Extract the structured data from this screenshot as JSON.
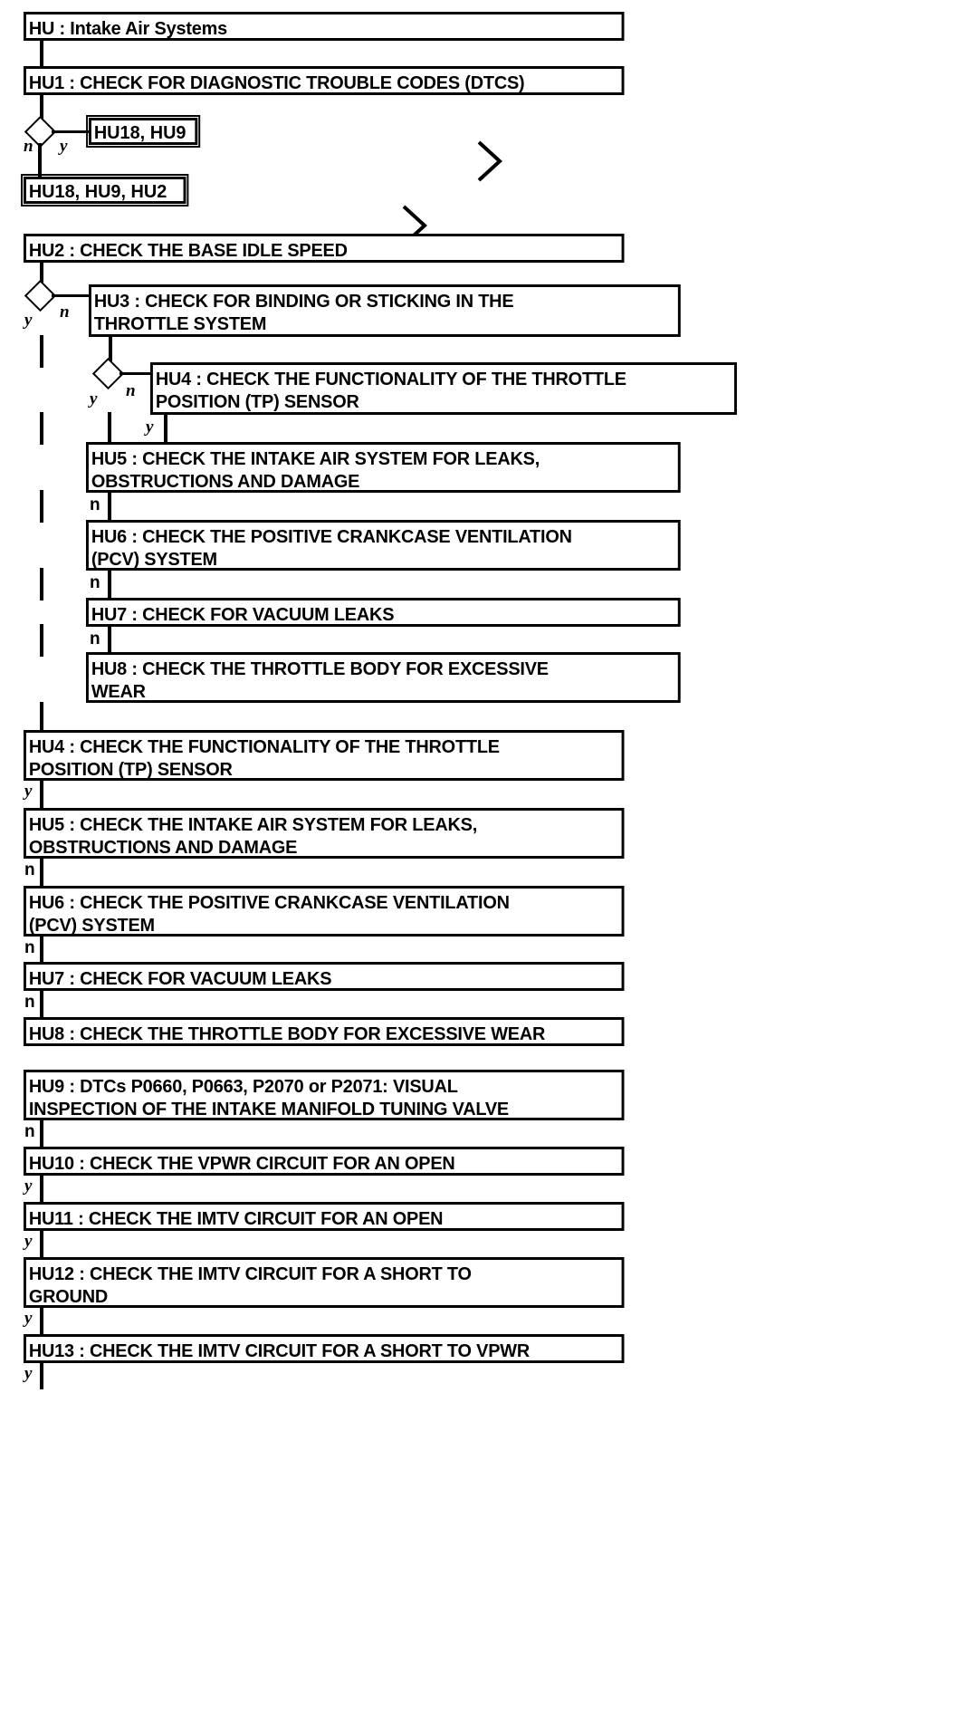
{
  "diagram": {
    "title": "HU : Intake Air Systems",
    "nodes": {
      "hu_root": "HU : Intake Air Systems",
      "hu1": "HU1 : CHECK FOR DIAGNOSTIC TROUBLE CODES (DTCS)",
      "ref1": "HU18, HU9",
      "ref2": "HU18, HU9, HU2",
      "hu2": "HU2 : CHECK THE BASE IDLE SPEED",
      "hu3": "HU3 : CHECK FOR BINDING OR STICKING IN THE\nTHROTTLE SYSTEM",
      "hu4_a": "HU4 : CHECK THE FUNCTIONALITY OF THE THROTTLE\nPOSITION (TP) SENSOR",
      "hu5_a": "HU5 : CHECK THE INTAKE AIR SYSTEM FOR LEAKS,\nOBSTRUCTIONS AND DAMAGE",
      "hu6_a": "HU6 : CHECK THE POSITIVE CRANKCASE VENTILATION\n(PCV) SYSTEM",
      "hu7_a": "HU7 : CHECK FOR VACUUM LEAKS",
      "hu8_a": "HU8 : CHECK THE THROTTLE BODY FOR EXCESSIVE\nWEAR",
      "hu4_b": "HU4 : CHECK THE FUNCTIONALITY OF THE THROTTLE\nPOSITION (TP) SENSOR",
      "hu5_b": "HU5 : CHECK THE INTAKE AIR SYSTEM FOR LEAKS,\nOBSTRUCTIONS AND DAMAGE",
      "hu6_b": "HU6 : CHECK THE POSITIVE CRANKCASE VENTILATION\n(PCV) SYSTEM",
      "hu7_b": "HU7 : CHECK FOR VACUUM LEAKS",
      "hu8_b": "HU8 : CHECK THE THROTTLE BODY FOR EXCESSIVE WEAR",
      "hu9": "HU9 : DTCs P0660, P0663, P2070 or P2071: VISUAL\nINSPECTION OF THE INTAKE MANIFOLD TUNING VALVE",
      "hu10": "HU10 : CHECK THE VPWR CIRCUIT FOR AN OPEN",
      "hu11": "HU11 : CHECK THE IMTV CIRCUIT FOR AN OPEN",
      "hu12": "HU12 : CHECK THE IMTV CIRCUIT FOR A SHORT TO\nGROUND",
      "hu13": "HU13 : CHECK THE IMTV CIRCUIT FOR A SHORT TO VPWR"
    },
    "branch_labels": {
      "b1_n": "n",
      "b1_y": "y",
      "b2_y": "y",
      "b2_n": "n",
      "b3_y": "y",
      "b3_n": "n",
      "b4_y": "y",
      "b5_n": "n",
      "b6_n": "n",
      "b7_n": "n",
      "b8_y": "y",
      "b9_n": "n",
      "b10_n": "n",
      "b11_n": "n",
      "b12_n": "n",
      "b13_y": "y",
      "b14_y": "y",
      "b15_y": "y",
      "b16_y": "y"
    },
    "icons": {
      "chevron_1": "chevron-right-icon",
      "chevron_2": "chevron-right-icon"
    },
    "colors": {
      "stroke": "#000000",
      "fill": "#ffffff"
    }
  }
}
